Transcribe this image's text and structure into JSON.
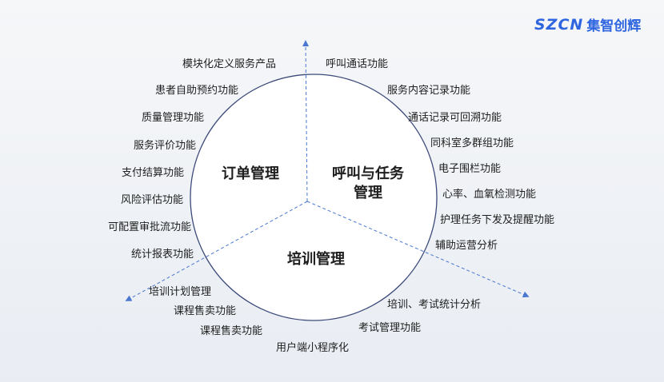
{
  "logo": {
    "mark": "SZCN",
    "name": "集智创辉"
  },
  "sections": {
    "order": "订单管理",
    "call_line1": "呼叫与任务",
    "call_line2": "管理",
    "training": "培训管理"
  },
  "left_items": [
    "模块化定义服务产品",
    "患者自助预约功能",
    "质量管理功能",
    "服务评价功能",
    "支付结算功能",
    "风险评估功能",
    "可配置审批流功能",
    "统计报表功能"
  ],
  "right_items": [
    "呼叫通话功能",
    "服务内容记录功能",
    "通话记录可回溯功能",
    "同科室多群组功能",
    "电子围栏功能",
    "心率、血氧检测功能",
    "护理任务下发及提醒功能",
    "辅助运营分析"
  ],
  "bottom_left_items": [
    "培训计划管理",
    "课程售卖功能",
    "课程售卖功能",
    "用户端小程序化"
  ],
  "bottom_right_items": [
    "培训、考试统计分析",
    "考试管理功能"
  ],
  "colors": {
    "accent": "#2f66e0",
    "line": "#4a78d0"
  }
}
